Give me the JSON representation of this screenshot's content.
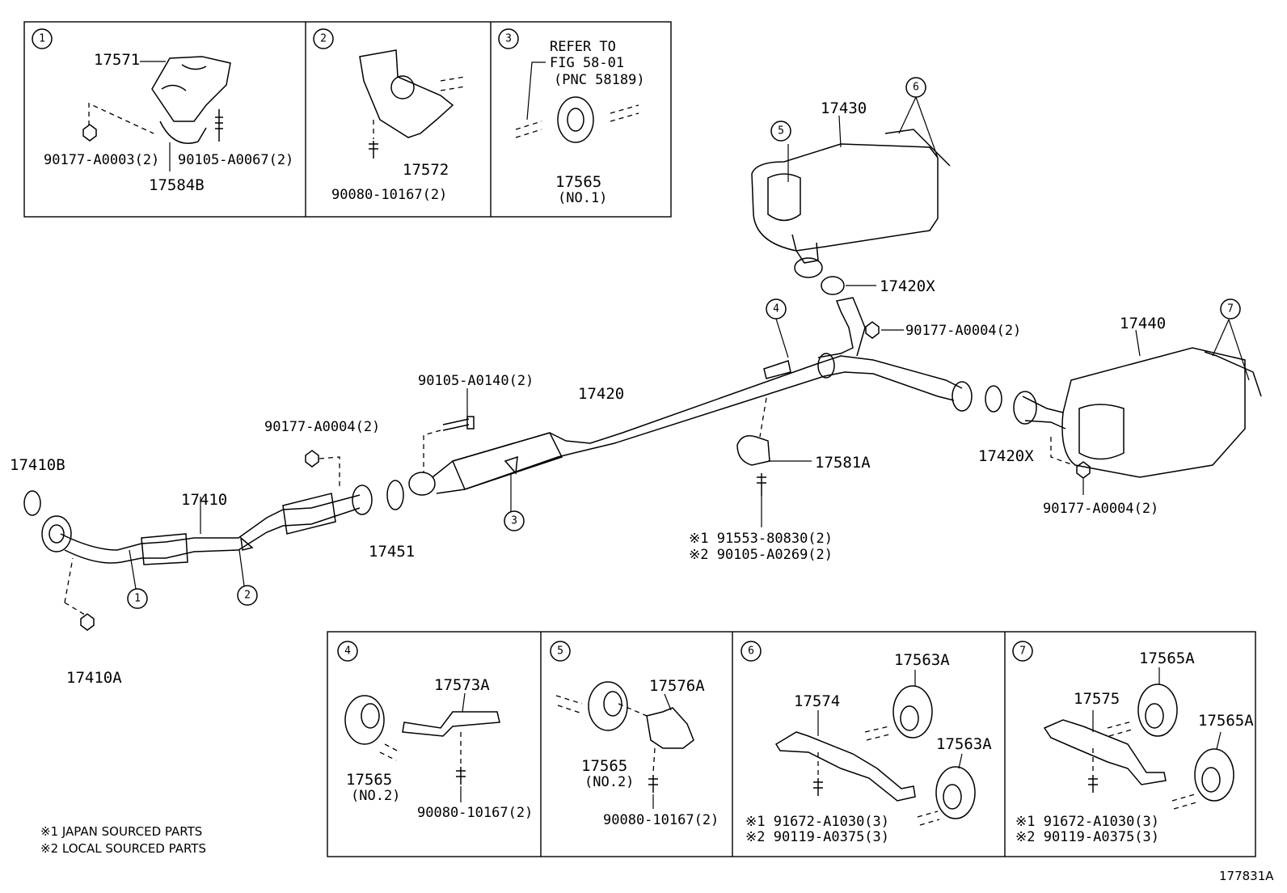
{
  "insets_top": {
    "1": {
      "num": "1",
      "labels": [
        "17571",
        "90177-A0003(2)",
        "90105-A0067(2)",
        "17584B"
      ]
    },
    "2": {
      "num": "2",
      "labels": [
        "17572",
        "90080-10167(2)"
      ]
    },
    "3": {
      "num": "3",
      "refer": [
        "REFER TO",
        "FIG 58-01",
        "(PNC 58189)"
      ],
      "labels": [
        "17565",
        "(NO.1)"
      ]
    }
  },
  "main": {
    "labels": {
      "p17430": "17430",
      "p17420x_top": "17420X",
      "p90177_a0004_right": "90177-A0004(2)",
      "p17440": "17440",
      "p17420x_right": "17420X",
      "p90177_a0004_low": "90177-A0004(2)",
      "p17420": "17420",
      "p90105_a0140": "90105-A0140(2)",
      "p90177_a0004_left": "90177-A0004(2)",
      "p17410b": "17410B",
      "p17410": "17410",
      "p17451": "17451",
      "p17410a": "17410A",
      "p17581a": "17581A",
      "note_91553": "※1 91553-80830(2)",
      "note_90105": "※2 90105-A0269(2)"
    },
    "callouts": [
      "1",
      "2",
      "3",
      "4",
      "5",
      "6",
      "7"
    ]
  },
  "insets_bottom": {
    "4": {
      "num": "4",
      "labels": [
        "17573A",
        "17565",
        "(NO.2)",
        "90080-10167(2)"
      ]
    },
    "5": {
      "num": "5",
      "labels": [
        "17576A",
        "17565",
        "(NO.2)",
        "90080-10167(2)"
      ]
    },
    "6": {
      "num": "6",
      "labels": [
        "17563A",
        "17574",
        "17563A",
        "※1 91672-A1030(3)",
        "※2 90119-A0375(3)"
      ]
    },
    "7": {
      "num": "7",
      "labels": [
        "17565A",
        "17575",
        "17565A",
        "※1 91672-A1030(3)",
        "※2 90119-A0375(3)"
      ]
    }
  },
  "footnotes": [
    "※1 JAPAN SOURCED PARTS",
    "※2 LOCAL SOURCED PARTS"
  ],
  "figure_id": "177831A"
}
